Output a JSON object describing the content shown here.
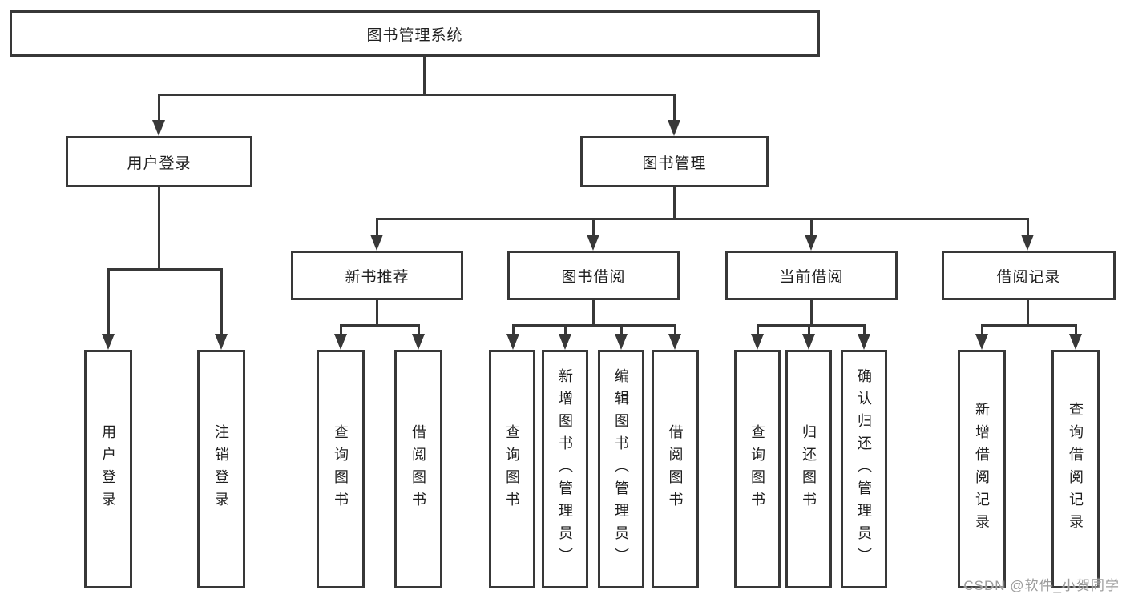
{
  "nodes": {
    "root": "图书管理系统",
    "user_login": "用户登录",
    "book_mgmt": "图书管理",
    "new_book": "新书推荐",
    "book_borrow": "图书借阅",
    "current_borrow": "当前借阅",
    "borrow_records": "借阅记录",
    "user_login_children": [
      "用户登录",
      "注销登录"
    ],
    "new_book_children": [
      "查询图书",
      "借阅图书"
    ],
    "book_borrow_children": [
      "查询图书",
      "新增图书（管理员）",
      "编辑图书（管理员）",
      "借阅图书"
    ],
    "current_borrow_children": [
      "查询图书",
      "归还图书",
      "确认归还（管理员）"
    ],
    "borrow_records_children": [
      "新增借阅记录",
      "查询借阅记录"
    ]
  },
  "watermark": "CSDN @软件_小贺同学",
  "colors": {
    "line": "#383838",
    "box_border": "#383838",
    "text": "#1f1f1f",
    "background": "#ffffff",
    "watermark": "#9c9c9c"
  }
}
